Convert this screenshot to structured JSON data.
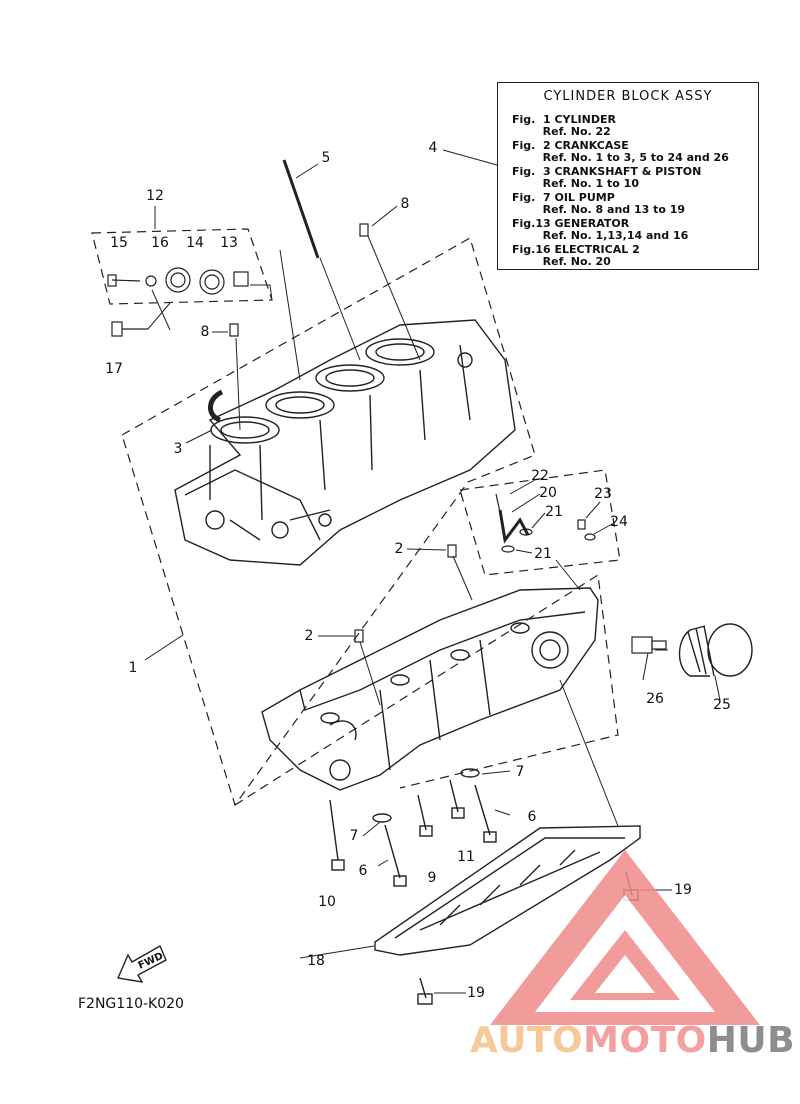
{
  "legend": {
    "title": "CYLINDER BLOCK ASSY",
    "lines": [
      "Fig.  1 CYLINDER",
      "        Ref. No. 22",
      "Fig.  2 CRANKCASE",
      "        Ref. No. 1 to 3, 5 to 24 and 26",
      "Fig.  3 CRANKSHAFT & PISTON",
      "        Ref. No. 1 to 10",
      "Fig.  7 OIL PUMP",
      "        Ref. No. 8 and 13 to 19",
      "Fig.13 GENERATOR",
      "        Ref. No. 1,13,14 and 16",
      "Fig.16 ELECTRICAL 2",
      "        Ref. No. 20"
    ]
  },
  "callouts": {
    "c1": "1",
    "c2a": "2",
    "c2b": "2",
    "c3": "3",
    "c4": "4",
    "c5": "5",
    "c6a": "6",
    "c6b": "6",
    "c7a": "7",
    "c7b": "7",
    "c8a": "8",
    "c8b": "8",
    "c9": "9",
    "c10": "10",
    "c11": "11",
    "c12": "12",
    "c13": "13",
    "c14": "14",
    "c15": "15",
    "c16": "16",
    "c17": "17",
    "c18": "18",
    "c19a": "19",
    "c19b": "19",
    "c20": "20",
    "c21a": "21",
    "c21b": "21",
    "c22": "22",
    "c23": "23",
    "c24": "24",
    "c25": "25",
    "c26": "26"
  },
  "fwd_label": "FWD",
  "figure_code": "F2NG110-K020",
  "watermark": {
    "part1": "AUTO",
    "part2": "MOTO",
    "part3": "HUB",
    "colors": {
      "auto": "#f7c99a",
      "moto": "#f3a0a0",
      "hub": "#8e8e8e",
      "triangle": "#f08a8a"
    }
  }
}
